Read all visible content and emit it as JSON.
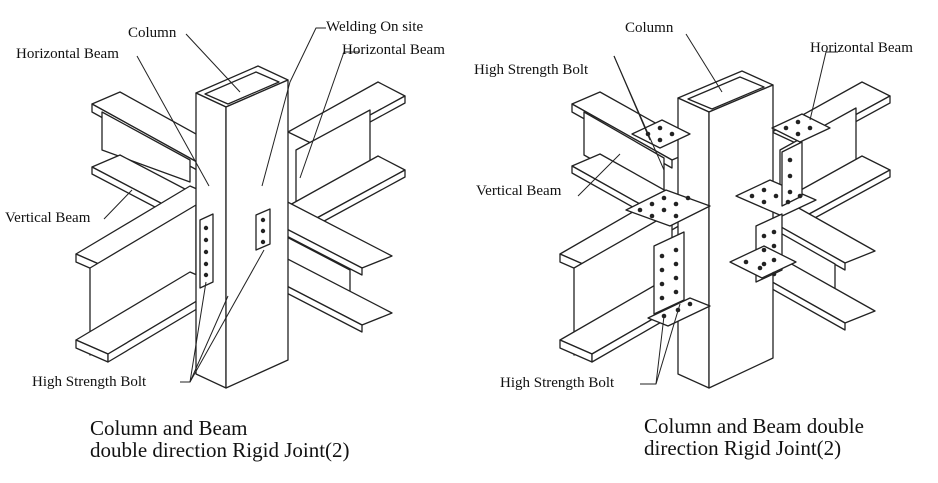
{
  "left": {
    "labels": {
      "column": "Column",
      "welding": "Welding On site",
      "horizontal_beam_a": "Horizontal Beam",
      "horizontal_beam_b": "Horizontal Beam",
      "vertical_beam": "Vertical Beam",
      "bolt": "High Strength Bolt"
    },
    "caption": {
      "line1": "Column and Beam",
      "line2": "double direction Rigid Joint(2)"
    }
  },
  "right": {
    "labels": {
      "column": "Column",
      "horizontal_beam": "Horizontal Beam",
      "bolt_top": "High Strength Bolt",
      "vertical_beam": "Vertical Beam",
      "bolt_bottom": "High Strength Bolt"
    },
    "caption": {
      "line1": "Column and Beam double",
      "line2": "direction Rigid Joint(2)"
    }
  },
  "colors": {
    "line": "#222222",
    "fill": "#ffffff",
    "background": "#ffffff"
  }
}
